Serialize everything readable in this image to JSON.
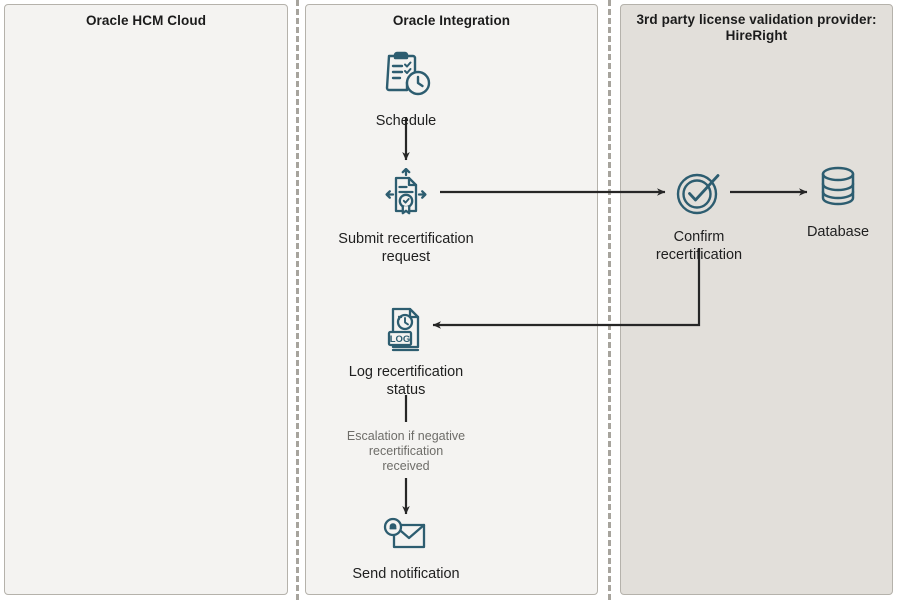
{
  "diagram": {
    "title": "Oracle HCM Cloud recertification integration flow",
    "colors": {
      "lane_light": "#f4f3f1",
      "lane_shaded": "#e2dfda",
      "lane_border": "#b5b2ab",
      "divider": "#a7a49d",
      "icon_teal": "#2d5d70",
      "arrow_dark": "#262626",
      "text_primary": "#1f1f1f",
      "text_muted": "#6e6d69"
    },
    "lanes": [
      {
        "id": "hcm",
        "title": "Oracle HCM Cloud",
        "fill": "light"
      },
      {
        "id": "oic",
        "title": "Oracle Integration",
        "fill": "light"
      },
      {
        "id": "hireright",
        "title": "3rd party license validation\nprovider: HireRight",
        "fill": "shaded"
      }
    ],
    "nodes": [
      {
        "id": "schedule",
        "lane": "oic",
        "icon": "schedule-clipboard-clock-icon",
        "label": "Schedule"
      },
      {
        "id": "submit",
        "lane": "oic",
        "icon": "submit-certificate-transfer-icon",
        "label": "Submit recertification\nrequest"
      },
      {
        "id": "log",
        "lane": "oic",
        "icon": "log-document-history-icon",
        "label": "Log recertification\nstatus"
      },
      {
        "id": "notify",
        "lane": "oic",
        "icon": "send-notification-envelope-icon",
        "label": "Send notification"
      },
      {
        "id": "confirm",
        "lane": "hireright",
        "icon": "confirm-check-badge-icon",
        "label": "Confirm\nrecertification"
      },
      {
        "id": "database",
        "lane": "hireright",
        "icon": "database-cylinder-icon",
        "label": "Database"
      }
    ],
    "annotations": [
      {
        "id": "escalation-note",
        "text": "Escalation if negative\nrecertification\nreceived"
      }
    ],
    "connectors": [
      {
        "id": "schedule-to-submit",
        "from": "schedule",
        "to": "submit",
        "direction": "down"
      },
      {
        "id": "submit-to-confirm",
        "from": "submit",
        "to": "confirm",
        "direction": "right"
      },
      {
        "id": "confirm-to-database",
        "from": "confirm",
        "to": "database",
        "direction": "right"
      },
      {
        "id": "confirm-to-log",
        "from": "confirm",
        "to": "log",
        "direction": "down-left"
      },
      {
        "id": "log-to-notify",
        "from": "log",
        "to": "notify",
        "direction": "down"
      }
    ]
  }
}
